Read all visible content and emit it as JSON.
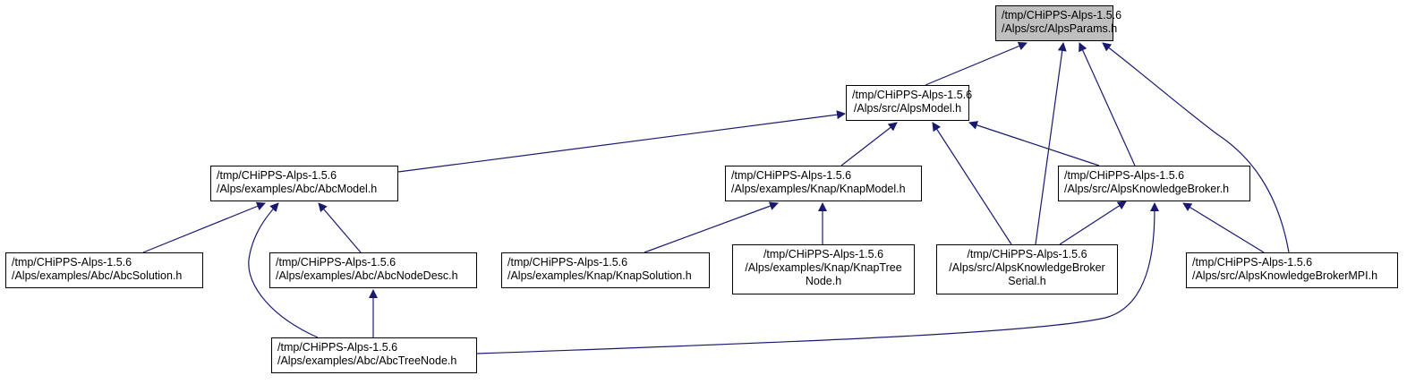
{
  "graph": {
    "edge_color": "#191970",
    "root_fill": "#bfbfbf",
    "nodes": {
      "params": [
        "/tmp/CHiPPS-Alps-1.5.6",
        "/Alps/src/AlpsParams.h"
      ],
      "model": [
        "/tmp/CHiPPS-Alps-1.5.6",
        "/Alps/src/AlpsModel.h"
      ],
      "abcmodel": [
        "/tmp/CHiPPS-Alps-1.5.6",
        "/Alps/examples/Abc/AbcModel.h"
      ],
      "knapmodel": [
        "/tmp/CHiPPS-Alps-1.5.6",
        "/Alps/examples/Knap/KnapModel.h"
      ],
      "broker": [
        "/tmp/CHiPPS-Alps-1.5.6",
        "/Alps/src/AlpsKnowledgeBroker.h"
      ],
      "abcsolution": [
        "/tmp/CHiPPS-Alps-1.5.6",
        "/Alps/examples/Abc/AbcSolution.h"
      ],
      "abcnodedesc": [
        "/tmp/CHiPPS-Alps-1.5.6",
        "/Alps/examples/Abc/AbcNodeDesc.h"
      ],
      "knapsolution": [
        "/tmp/CHiPPS-Alps-1.5.6",
        "/Alps/examples/Knap/KnapSolution.h"
      ],
      "knaptreenode": [
        "/tmp/CHiPPS-Alps-1.5.6",
        "/Alps/examples/Knap/KnapTree",
        "Node.h"
      ],
      "brokerserial": [
        "/tmp/CHiPPS-Alps-1.5.6",
        "/Alps/src/AlpsKnowledgeBroker",
        "Serial.h"
      ],
      "brokermpi": [
        "/tmp/CHiPPS-Alps-1.5.6",
        "/Alps/src/AlpsKnowledgeBrokerMPI.h"
      ],
      "abctreenode": [
        "/tmp/CHiPPS-Alps-1.5.6",
        "/Alps/examples/Abc/AbcTreeNode.h"
      ]
    },
    "edges": [
      [
        "model",
        "params"
      ],
      [
        "brokerserial",
        "params"
      ],
      [
        "broker",
        "params"
      ],
      [
        "brokermpi",
        "params"
      ],
      [
        "abcmodel",
        "model"
      ],
      [
        "knapmodel",
        "model"
      ],
      [
        "brokerserial",
        "model"
      ],
      [
        "broker",
        "model"
      ],
      [
        "abcsolution",
        "abcmodel"
      ],
      [
        "abctreenode",
        "abcmodel"
      ],
      [
        "abcnodedesc",
        "abcmodel"
      ],
      [
        "knapsolution",
        "knapmodel"
      ],
      [
        "knaptreenode",
        "knapmodel"
      ],
      [
        "brokerserial",
        "broker"
      ],
      [
        "abctreenode",
        "broker"
      ],
      [
        "brokermpi",
        "broker"
      ],
      [
        "abctreenode",
        "abcnodedesc"
      ]
    ]
  }
}
